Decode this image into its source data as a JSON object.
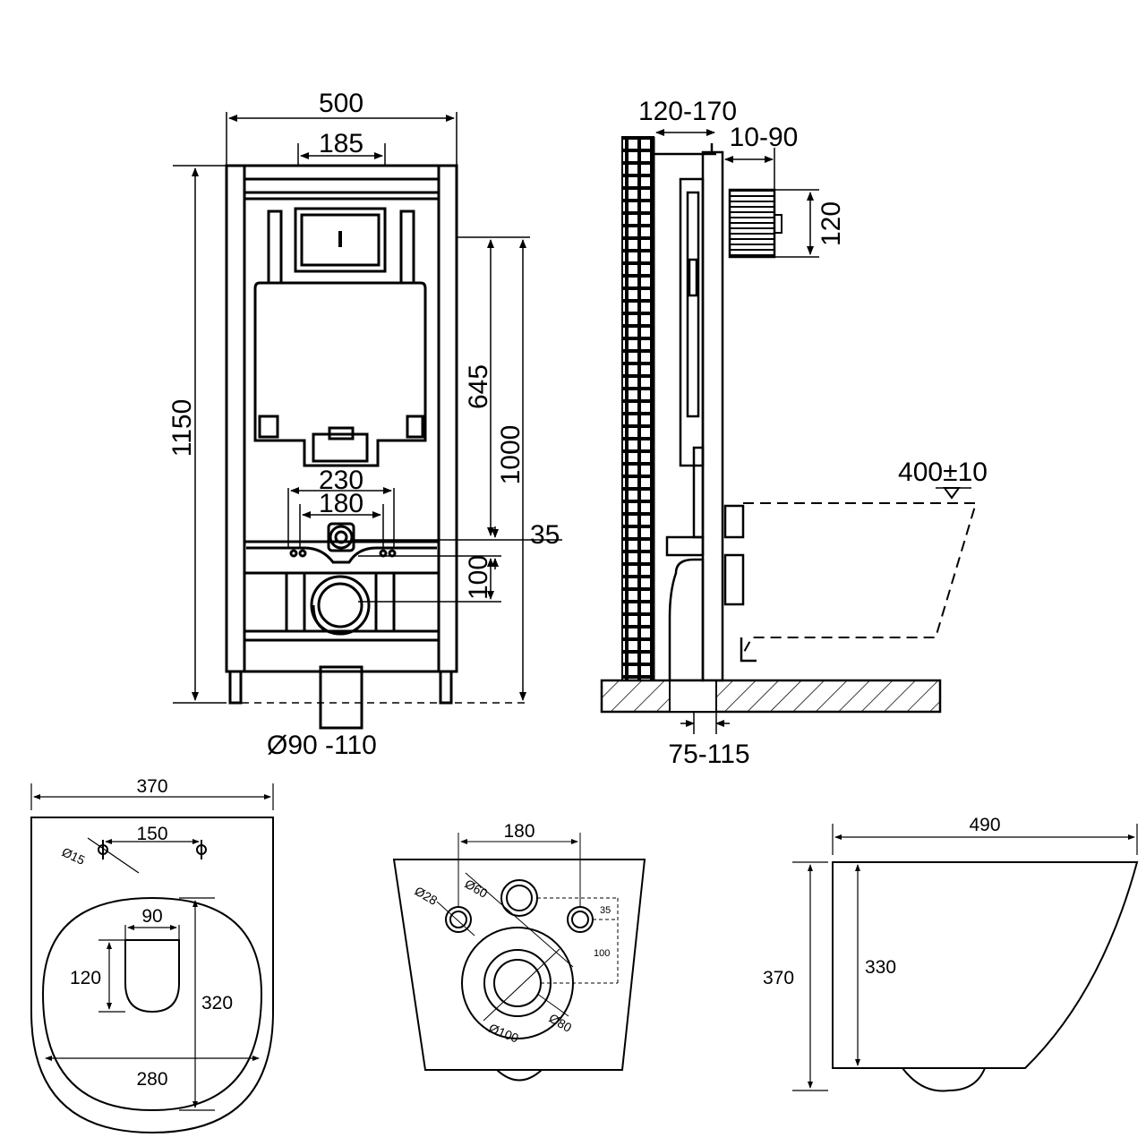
{
  "front_view": {
    "width": "500",
    "button_width": "185",
    "total_height": "1150",
    "inlet_height": "645",
    "top_height": "1000",
    "outlet_spacing_outer": "230",
    "outlet_spacing_inner": "180",
    "offset_35": "35",
    "offset_100": "100",
    "drain_diameter": "Ø90 -110"
  },
  "side_view": {
    "wall_depth": "120-170",
    "panel_offset": "10-90",
    "button_height": "120",
    "seat_height": "400±10",
    "floor_gap": "75-115"
  },
  "top_view": {
    "width": "370",
    "hole_spacing": "150",
    "hole_diameter": "Ø15",
    "bowl_width": "90",
    "bowl_length": "120",
    "inner_length": "320",
    "inner_width": "280"
  },
  "back_view": {
    "spacing": "180",
    "d28": "Ø28",
    "d60": "Ø60",
    "d35": "35",
    "d100": "100",
    "d80": "Ø80",
    "d100b": "Ø100"
  },
  "profile_view": {
    "length": "490",
    "height": "370",
    "inner_height": "330"
  }
}
